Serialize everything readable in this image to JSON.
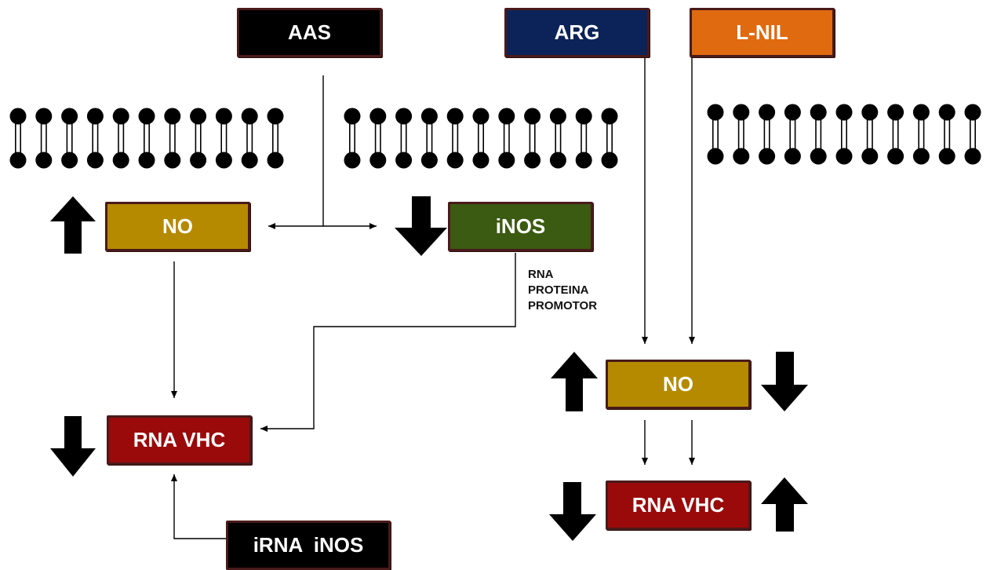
{
  "boxes": {
    "aas": {
      "label": "AAS",
      "color": "#000000"
    },
    "arg": {
      "label": "ARG",
      "color": "#0b2358"
    },
    "lnil": {
      "label": "L-NIL",
      "color": "#e06a10"
    },
    "no_left": {
      "label": "NO",
      "color": "#b58a00"
    },
    "inos": {
      "label": "iNOS",
      "color": "#3b5a12"
    },
    "rna_vhc_left": {
      "label": "RNA VHC",
      "color": "#9a0a0a"
    },
    "irna_inos": {
      "label": "iRNA  iNOS",
      "color": "#000000"
    },
    "no_right": {
      "label": "NO",
      "color": "#b58a00"
    },
    "rna_vhc_right": {
      "label": "RNA VHC",
      "color": "#9a0a0a"
    }
  },
  "inos_notes": [
    "RNA",
    "PROTEINA",
    "PROMOTOR"
  ],
  "indicators": [
    {
      "near": "NO (left)",
      "direction": "up"
    },
    {
      "near": "iNOS",
      "direction": "down"
    },
    {
      "near": "RNA VHC (left)",
      "direction": "down"
    },
    {
      "near": "NO (right), left side",
      "direction": "up"
    },
    {
      "near": "NO (right), right side",
      "direction": "down"
    },
    {
      "near": "RNA VHC (right), left side",
      "direction": "down"
    },
    {
      "near": "RNA VHC (right), right side",
      "direction": "up"
    }
  ],
  "membrane": {
    "segments": 3,
    "lipids_per_segment": 11
  }
}
